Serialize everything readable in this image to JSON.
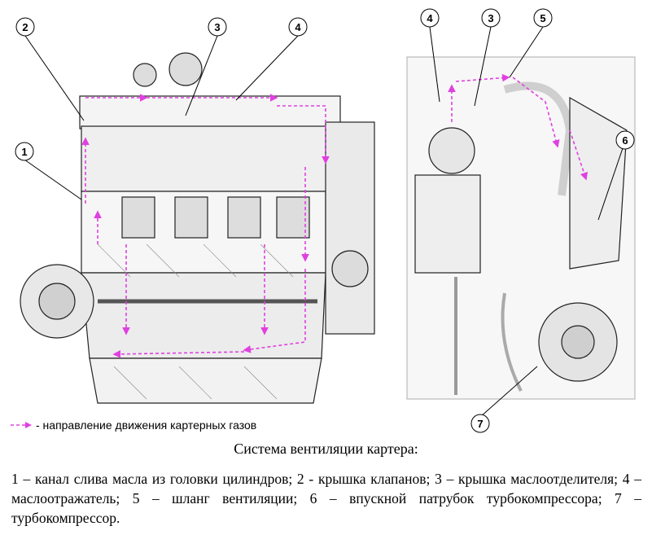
{
  "callouts_left": [
    {
      "id": "callout-left-1",
      "label": "1"
    },
    {
      "id": "callout-left-2",
      "label": "2"
    },
    {
      "id": "callout-left-3",
      "label": "3"
    },
    {
      "id": "callout-left-4",
      "label": "4"
    }
  ],
  "callouts_right": [
    {
      "id": "callout-right-4",
      "label": "4"
    },
    {
      "id": "callout-right-3",
      "label": "3"
    },
    {
      "id": "callout-right-5",
      "label": "5"
    },
    {
      "id": "callout-right-6",
      "label": "6"
    },
    {
      "id": "callout-right-7",
      "label": "7"
    }
  ],
  "legend": {
    "text": "- направление движения картерных газов",
    "arrow_color": "#e040e0"
  },
  "caption": {
    "title": "Система вентиляции картера:",
    "body": "1 – канал слива масла из головки цилиндров; 2 - крышка клапанов; 3 – крышка маслоотделителя; 4 – маслоотражатель; 5 – шланг вентиляции; 6 – впускной патрубок турбокомпрессора; 7 – турбокомпрессор."
  }
}
